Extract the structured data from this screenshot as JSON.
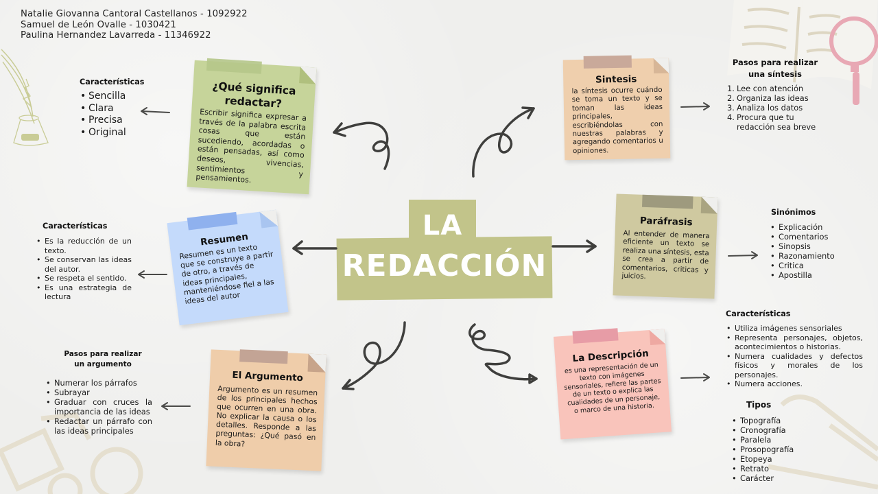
{
  "authors": [
    "Natalie Giovanna Cantoral Castellanos - 1092922",
    "Samuel de León Ovalle - 1030421",
    "Paulina Hernandez Lavarreda - 11346922"
  ],
  "center": {
    "line1": "LA",
    "line2": "REDACCIÓN",
    "color": "#c2c48a"
  },
  "notes": {
    "que_significa": {
      "title_line1": "¿Qué significa",
      "title_line2": "redactar?",
      "body": "Escribir significa expresar a través de la palabra escrita cosas que están sucediendo, acordadas o están pensadas, así como deseos, vivencias, sentimientos y pensamientos.",
      "color": "#c6d49a",
      "tape_color": "#b5c68a"
    },
    "sintesis": {
      "title": "Sintesis",
      "body": "la síntesis ocurre cuándo se toma un texto y se toman las ideas principales, escribiéndolas con nuestras palabras y agregando comentarios u opiniones.",
      "color": "#efcfad",
      "tape_color": "#c9a99a"
    },
    "resumen": {
      "title": "Resumen",
      "body": "Resumen es un texto que se construye a partir de otro, a través de ideas principales, manteniéndose fiel a las ideas del autor",
      "color": "#c4dafb",
      "tape_color": "#8fb1ee"
    },
    "parafrasis": {
      "title": "Paráfrasis",
      "body": "Al entender de manera eficiente un texto se realiza una síntesis, esta se crea a partir de comentarios, criticas y juicios.",
      "color": "#cfc9a0",
      "tape_color": "#9e9a7e"
    },
    "argumento": {
      "title": "El Argumento",
      "body": "Argumento es un resumen de los principales hechos que ocurren en una obra. No explicar la causa o los detalles. Responde a las preguntas: ¿Qué pasó en la obra?",
      "color": "#efcdaa",
      "tape_color": "#c3a495"
    },
    "descripcion": {
      "title": "La Descripción",
      "body": "es una representación de un texto con imágenes sensoriales, refiere las partes de un texto o explica las cualidades de un personaje, o marco de una historia.",
      "color": "#f9c4bb",
      "tape_color": "#e79ca6"
    }
  },
  "sides": {
    "caracteristicas_redactar": {
      "title": "Características",
      "items": [
        "Sencilla",
        "Clara",
        "Precisa",
        "Original"
      ]
    },
    "pasos_sintesis": {
      "title_line1": "Pasos para realizar",
      "title_line2": "una síntesis",
      "items": [
        {
          "n": "1.",
          "text": "Lee con atención"
        },
        {
          "n": "2.",
          "text": "Organiza las ideas"
        },
        {
          "n": "3.",
          "text": "Analiza los datos"
        },
        {
          "n": "4.",
          "text": "Procura que tu redacción sea breve"
        }
      ]
    },
    "caracteristicas_resumen": {
      "title": "Características",
      "items": [
        "Es la reducción de un texto.",
        "Se conservan las ideas del autor.",
        "Se respeta el sentido.",
        "Es una estrategia de lectura"
      ]
    },
    "sinonimos": {
      "title": "Sinónimos",
      "items": [
        "Explicación",
        "Comentarios",
        "Sinopsis",
        "Razonamiento",
        "Critica",
        "Apostilla"
      ]
    },
    "pasos_argumento": {
      "title_line1": "Pasos para realizar",
      "title_line2": "un argumento",
      "items": [
        "Numerar los párrafos",
        "Subrayar",
        "Graduar con cruces la importancia de las ideas",
        "Redactar un párrafo con las ideas principales"
      ]
    },
    "caracteristicas_descripcion": {
      "title": "Características",
      "items": [
        "Utiliza imágenes sensoriales",
        "Representa personajes, objetos, acontecimientos o historias.",
        "Numera cualidades y defectos físicos y morales de los personajes.",
        "Numera acciones."
      ]
    },
    "tipos": {
      "title": "Tipos",
      "items": [
        "Topografía",
        "Cronografía",
        "Paralela",
        "Prosopografía",
        "Etopeya",
        "Retrato",
        "Carácter"
      ]
    }
  },
  "colors": {
    "arrow": "#3f3f3d",
    "background": "#efefed",
    "deco_olive": "#c9cc96",
    "deco_beige": "#ddd6c2",
    "deco_pink": "#e8a8b4"
  }
}
